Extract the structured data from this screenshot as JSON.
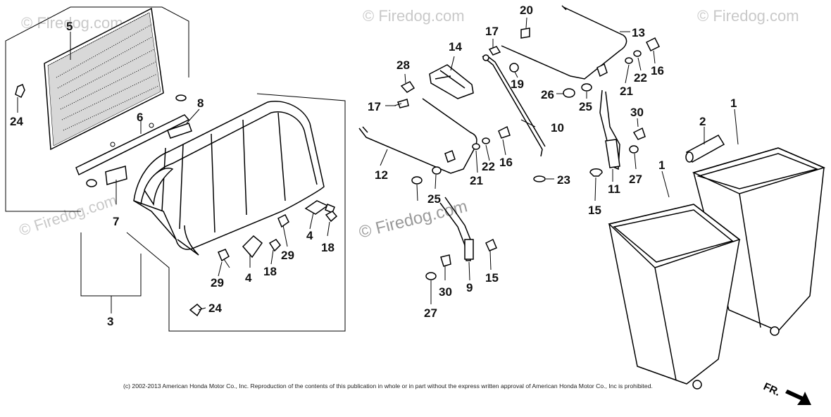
{
  "watermark": "© Firedog.com",
  "copyright": "(c) 2002-2013 American Honda Motor Co., Inc. Reproduction of the contents of this publication in whole or in part without the express written approval of American Honda Motor Co., Inc is prohibited.",
  "direction_label": "FR.",
  "callouts": [
    "1",
    "1",
    "2",
    "3",
    "4",
    "4",
    "5",
    "6",
    "7",
    "8",
    "9",
    "10",
    "11",
    "12",
    "13",
    "14",
    "15",
    "15",
    "16",
    "16",
    "17",
    "17",
    "18",
    "18",
    "19",
    "20",
    "21",
    "21",
    "22",
    "22",
    "23",
    "24",
    "24",
    "25",
    "25",
    "26",
    "27",
    "27",
    "28",
    "29",
    "29",
    "30",
    "30"
  ]
}
